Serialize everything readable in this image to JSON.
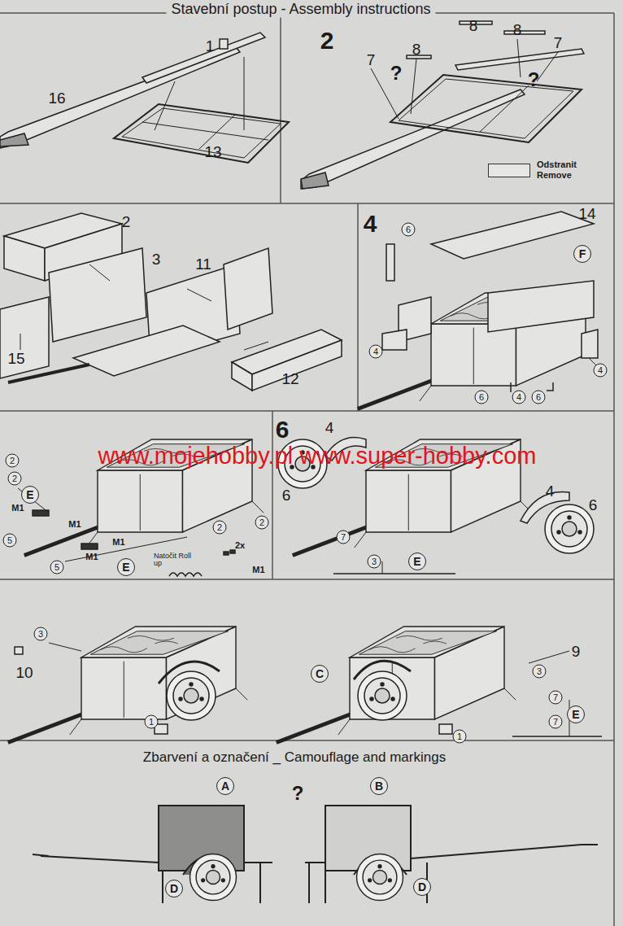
{
  "diagram": {
    "title": "Stavební postup - Assembly instructions",
    "labels": [
      "1",
      "16",
      "13",
      "2",
      "8",
      "8",
      "7",
      "7",
      "?",
      "8",
      "?",
      "2",
      "3",
      "11",
      "15",
      "12",
      "4",
      "6",
      "14",
      "F",
      "4",
      "4",
      "6",
      "4",
      "6",
      "2",
      "2",
      "E",
      "M1",
      "M1",
      "5",
      "M1",
      "M1",
      "5",
      "E",
      "2",
      "2",
      "Natočit Roll up",
      "2x",
      "M1",
      "6",
      "4",
      "6",
      "7",
      "4",
      "6",
      "3",
      "E",
      "3",
      "10",
      "C",
      "1",
      "9",
      "3",
      "7",
      "7",
      "E",
      "1",
      "Zbarvení a označení _ Camouflage and markings",
      "?",
      "A",
      "B",
      "D",
      "D",
      "www.mojehobby.pl www.super-hobby.com"
    ],
    "legend": [
      {
        "text": "Odstranit Remove"
      }
    ]
  }
}
